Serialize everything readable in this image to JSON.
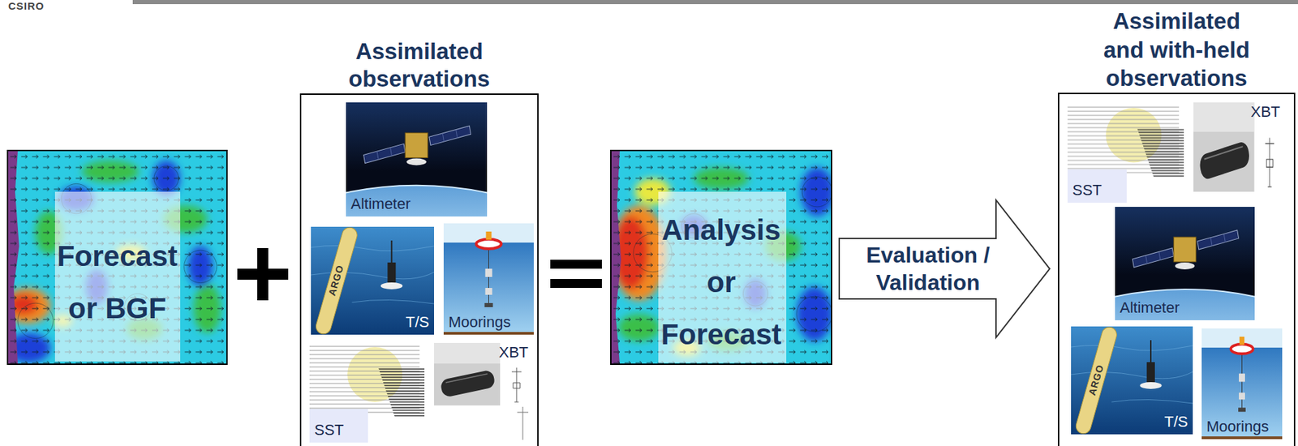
{
  "diagram": {
    "nodes": [
      {
        "text": [
          "Forecast or BGF"
        ]
      },
      {
        "text": [
          "Assimilated observations"
        ]
      },
      {
        "text": [
          "Altimeter"
        ],
        "in": 1
      },
      {
        "text": [
          "T/S"
        ],
        "in": 1
      },
      {
        "text": [
          "Moorings"
        ],
        "in": 1
      },
      {
        "text": [
          "SST"
        ],
        "in": 1
      },
      {
        "text": [
          "XBT"
        ],
        "in": 1
      },
      {
        "text": [
          "Analysis or Forecast"
        ]
      },
      {
        "text": [
          "Assimilated and with-held observations"
        ]
      },
      {
        "text": [
          "SST"
        ],
        "in": 8
      },
      {
        "text": [
          "XBT"
        ],
        "in": 8
      },
      {
        "text": [
          "Altimeter"
        ],
        "in": 8
      },
      {
        "text": [
          "T/S"
        ],
        "in": 8
      },
      {
        "text": [
          "Moorings"
        ],
        "in": 8
      }
    ],
    "edges": [
      {
        "from": 7,
        "to": 8,
        "arrow": "to",
        "label": "Evaluation / Validation"
      }
    ],
    "labels": [
      "CSIRO",
      "ARGO",
      "ARGO"
    ]
  }
}
